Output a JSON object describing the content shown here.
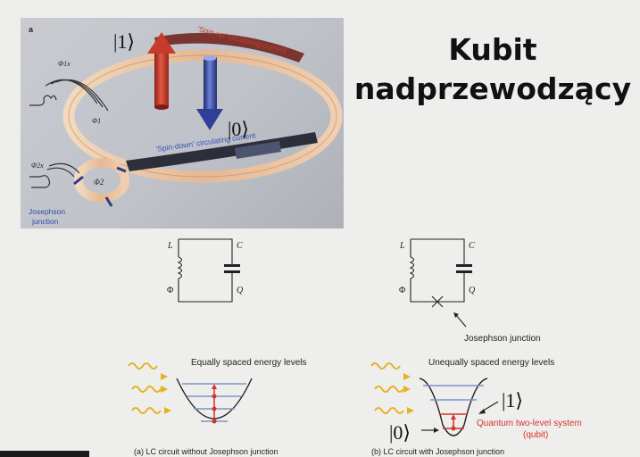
{
  "title": {
    "line1": "Kubit",
    "line2": "nadprzewodzący"
  },
  "flux_qubit_figure": {
    "panel_letter": "a",
    "state_one_label": "|1⟩",
    "state_zero_label": "|0⟩",
    "spin_up_label": "'Spin-up' circulating current",
    "spin_down_label": "'Spin-down' circulating current",
    "phi_1x": "Φ1x",
    "phi_1": "Φ1",
    "phi_2x": "Φ2x",
    "phi_2": "Φ2",
    "josephson_label_line1": "Josephson",
    "josephson_label_line2": "junction"
  },
  "lc_circuit": {
    "inductor_label": "L",
    "capacitor_label": "C",
    "flux_label": "Φ",
    "charge_label": "Q",
    "caption_levels": "Equally spaced energy levels",
    "caption_bottom": "(a) LC circuit without Josephson junction"
  },
  "jj_circuit": {
    "inductor_label": "L",
    "capacitor_label": "C",
    "flux_label": "Φ",
    "charge_label": "Q",
    "junction_label": "Josephson junction",
    "caption_levels": "Unequally spaced energy levels",
    "state_one": "|1⟩",
    "state_zero": "|0⟩",
    "two_level_line1": "Quantum two-level system",
    "two_level_line2": "(qubit)",
    "caption_bottom": "(b) LC circuit with Josephson junction"
  },
  "colors": {
    "ring": "#e8c9a8",
    "spin_up_arrow": "#c8392b",
    "spin_down_arrow": "#3b4fb0",
    "energy_level": "#7b93c8",
    "qubit_level": "#d6322a",
    "photon_wave": "#e3b320"
  }
}
